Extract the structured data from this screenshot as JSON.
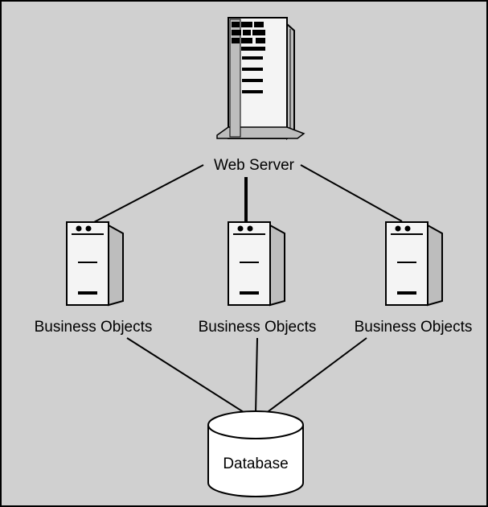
{
  "diagram": {
    "background": "#d0d0d0",
    "line_color": "#000000",
    "server_face": "#f4f4f4",
    "server_side": "#bdbdbd",
    "labels": {
      "web_server": "Web Server",
      "business_objects": [
        "Business Objects",
        "Business Objects",
        "Business Objects"
      ],
      "database": "Database"
    },
    "icons": {
      "web_server": "tower-server-icon",
      "business_objects": "server-icon",
      "database": "database-cylinder-icon"
    }
  }
}
